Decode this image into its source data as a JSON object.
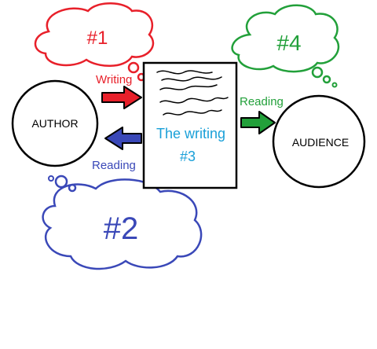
{
  "clouds": {
    "c1": {
      "label": "#1",
      "color": "#e8202a"
    },
    "c2": {
      "label": "#2",
      "color": "#3a48b8"
    },
    "c4": {
      "label": "#4",
      "color": "#22a03a"
    }
  },
  "nodes": {
    "author": {
      "label": "AUTHOR"
    },
    "audience": {
      "label": "AUDIENCE"
    },
    "writing": {
      "line1": "The writing",
      "line2": "#3",
      "color": "#1aa0d8"
    }
  },
  "arrows": {
    "writing": {
      "label": "Writing",
      "color": "#e8202a"
    },
    "reading_back": {
      "label": "Reading",
      "color": "#3a48b8"
    },
    "reading_out": {
      "label": "Reading",
      "color": "#22a03a"
    }
  }
}
